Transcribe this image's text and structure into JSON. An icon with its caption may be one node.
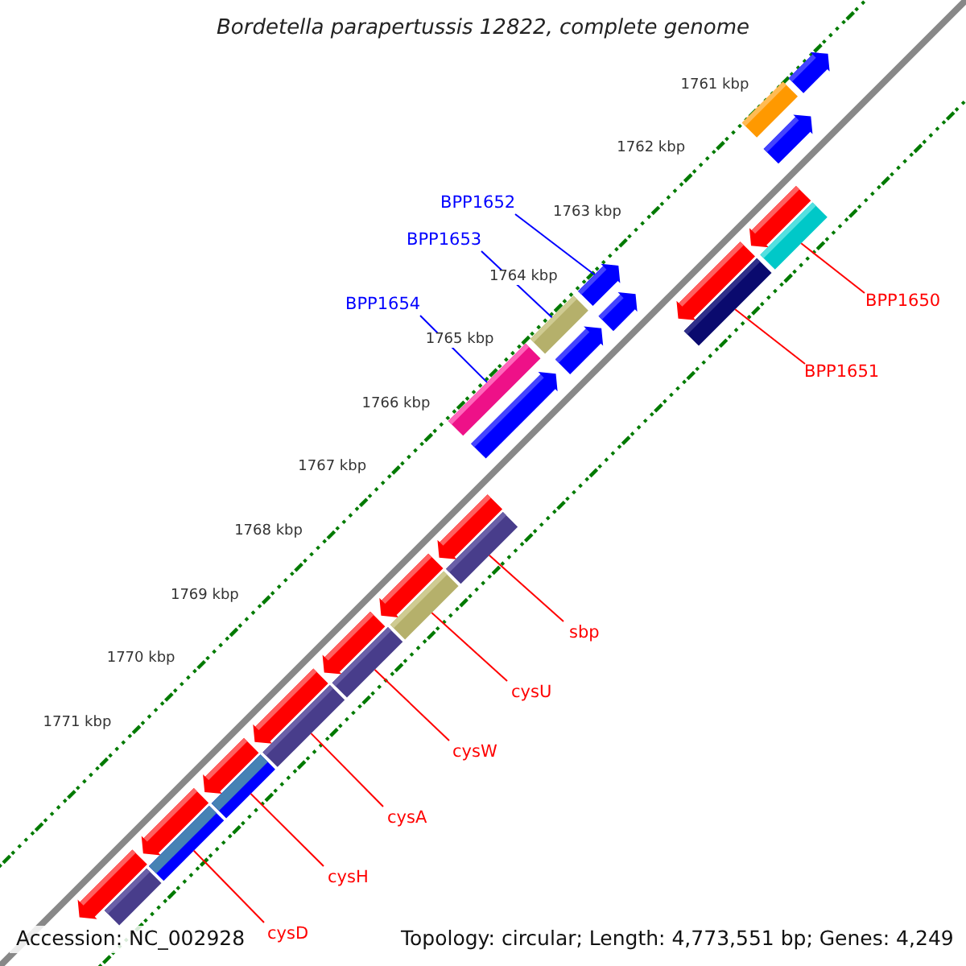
{
  "diagram": {
    "title": "Bordetella parapertussis 12822, complete genome",
    "nodes": [
      {
        "text": [
          "BPP1652"
        ]
      },
      {
        "text": [
          "BPP1653"
        ]
      },
      {
        "text": [
          "BPP1654"
        ]
      },
      {
        "text": [
          "BPP1650"
        ]
      },
      {
        "text": [
          "BPP1651"
        ]
      },
      {
        "text": [
          "sbp"
        ]
      },
      {
        "text": [
          "cysU"
        ]
      },
      {
        "text": [
          "cysW"
        ]
      },
      {
        "text": [
          "cysA"
        ]
      },
      {
        "text": [
          "cysH"
        ]
      },
      {
        "text": [
          "cysD"
        ]
      },
      {
        "text": [],
        "shape": "arrow"
      },
      {
        "text": [],
        "shape": "box"
      },
      {
        "text": [],
        "shape": "arrow"
      },
      {
        "text": [],
        "shape": "arrow"
      },
      {
        "text": [],
        "shape": "box"
      },
      {
        "text": [],
        "shape": "arrow"
      },
      {
        "text": [],
        "shape": "box"
      },
      {
        "text": [],
        "shape": "arrow"
      },
      {
        "text": [],
        "shape": "arrow"
      },
      {
        "text": [],
        "shape": "box"
      },
      {
        "text": [],
        "shape": "arrow"
      },
      {
        "text": [],
        "shape": "box"
      },
      {
        "text": [],
        "shape": "arrow"
      },
      {
        "text": [],
        "shape": "arrow"
      },
      {
        "text": [],
        "shape": "box"
      },
      {
        "text": [],
        "shape": "arrow"
      },
      {
        "text": [],
        "shape": "box"
      },
      {
        "text": [],
        "shape": "arrow"
      },
      {
        "text": [],
        "shape": "box"
      },
      {
        "text": [],
        "shape": "arrow"
      },
      {
        "text": [],
        "shape": "box"
      },
      {
        "text": [],
        "shape": "arrow"
      },
      {
        "text": [],
        "shape": "box"
      },
      {
        "text": [],
        "shape": "arrow"
      },
      {
        "text": [],
        "shape": "box"
      },
      {
        "text": [],
        "shape": "arrow"
      },
      {
        "text": [],
        "shape": "box"
      }
    ],
    "edges": [
      {
        "from": 0,
        "to": 18,
        "arrow": "none",
        "color": "#0000ff"
      },
      {
        "from": 1,
        "to": 20,
        "arrow": "none",
        "color": "#0000ff"
      },
      {
        "from": 2,
        "to": 22,
        "arrow": "none",
        "color": "#0000ff"
      },
      {
        "from": 3,
        "to": 15,
        "arrow": "none"
      },
      {
        "from": 4,
        "to": 17,
        "arrow": "none"
      },
      {
        "from": 5,
        "to": 25,
        "arrow": "none"
      },
      {
        "from": 6,
        "to": 27,
        "arrow": "none"
      },
      {
        "from": 7,
        "to": 29,
        "arrow": "none"
      },
      {
        "from": 8,
        "to": 31,
        "arrow": "none"
      },
      {
        "from": 9,
        "to": 33,
        "arrow": "none"
      },
      {
        "from": 10,
        "to": 35,
        "arrow": "none"
      }
    ],
    "labels": [
      "1761 kbp",
      "1762 kbp",
      "1763 kbp",
      "1764 kbp",
      "1765 kbp",
      "1766 kbp",
      "1767 kbp",
      "1768 kbp",
      "1769 kbp",
      "1770 kbp",
      "1771 kbp",
      "Accession: NC_002928",
      "Topology: circular; Length: 4,773,551 bp; Genes: 4,249"
    ]
  }
}
